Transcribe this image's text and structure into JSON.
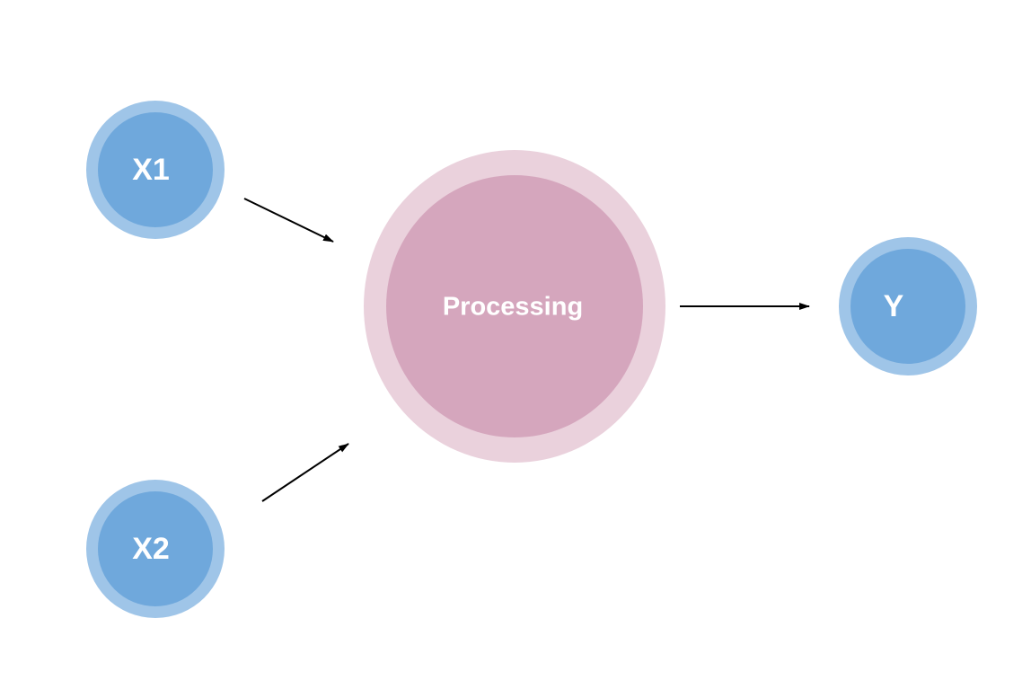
{
  "colors": {
    "background": "#ffffff",
    "input_outer": "#9fc5e8",
    "input_inner": "#6fa8dc",
    "process_outer": "#ead1dc",
    "process_inner": "#d5a6bd",
    "label": "#ffffff",
    "arrow": "#000000"
  },
  "nodes": {
    "x1": {
      "label": "X1"
    },
    "x2": {
      "label": "X2"
    },
    "processing": {
      "label": "Processing"
    },
    "y": {
      "label": "Y"
    }
  },
  "edges": [
    {
      "from": "x1",
      "to": "processing"
    },
    {
      "from": "x2",
      "to": "processing"
    },
    {
      "from": "processing",
      "to": "y"
    }
  ]
}
